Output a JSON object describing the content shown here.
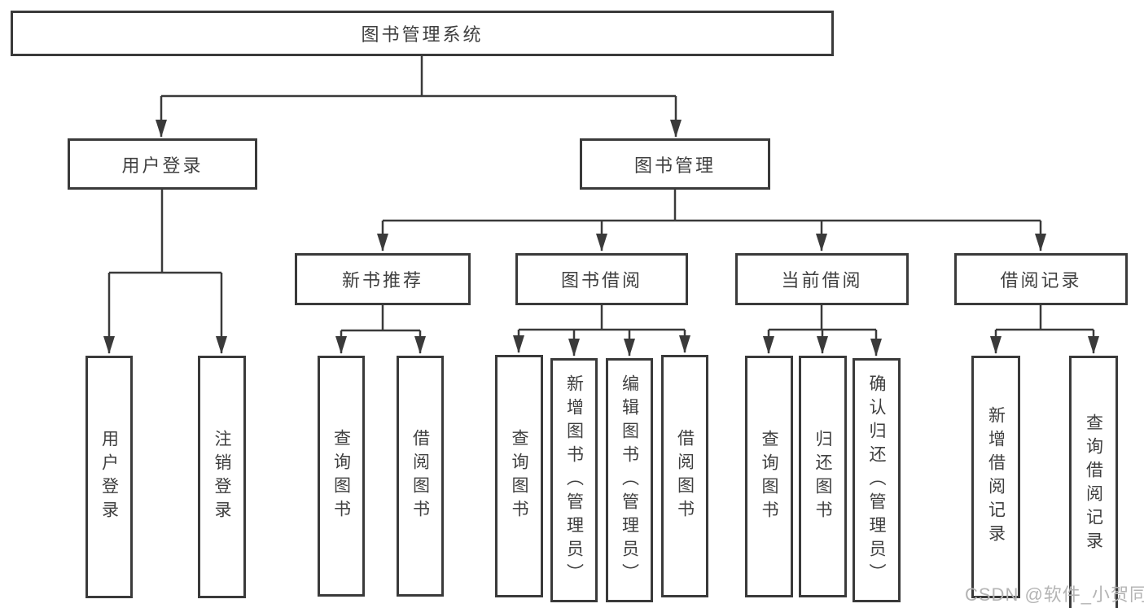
{
  "diagram": {
    "type": "hierarchy-tree",
    "tree": {
      "label": "图书管理系统",
      "children": [
        {
          "label": "用户登录",
          "children": [
            {
              "label": "用户登录"
            },
            {
              "label": "注销登录"
            }
          ]
        },
        {
          "label": "图书管理",
          "children": [
            {
              "label": "新书推荐",
              "children": [
                {
                  "label": "查询图书"
                },
                {
                  "label": "借阅图书"
                }
              ]
            },
            {
              "label": "图书借阅",
              "children": [
                {
                  "label": "查询图书"
                },
                {
                  "label": "新增图书（管理员）"
                },
                {
                  "label": "编辑图书（管理员）"
                },
                {
                  "label": "借阅图书"
                }
              ]
            },
            {
              "label": "当前借阅",
              "children": [
                {
                  "label": "查询图书"
                },
                {
                  "label": "归还图书"
                },
                {
                  "label": "确认归还（管理员）"
                }
              ]
            },
            {
              "label": "借阅记录",
              "children": [
                {
                  "label": "新增借阅记录"
                },
                {
                  "label": "查询借阅记录"
                }
              ]
            }
          ]
        }
      ]
    },
    "colors": {
      "line": "#3a3a3a",
      "border": "#3a3a3a",
      "text": "#3f3f3f",
      "background": "#ffffff",
      "watermark": "#b4b4b4"
    }
  },
  "watermark": {
    "text": "CSDN @软件_小贺同学"
  }
}
